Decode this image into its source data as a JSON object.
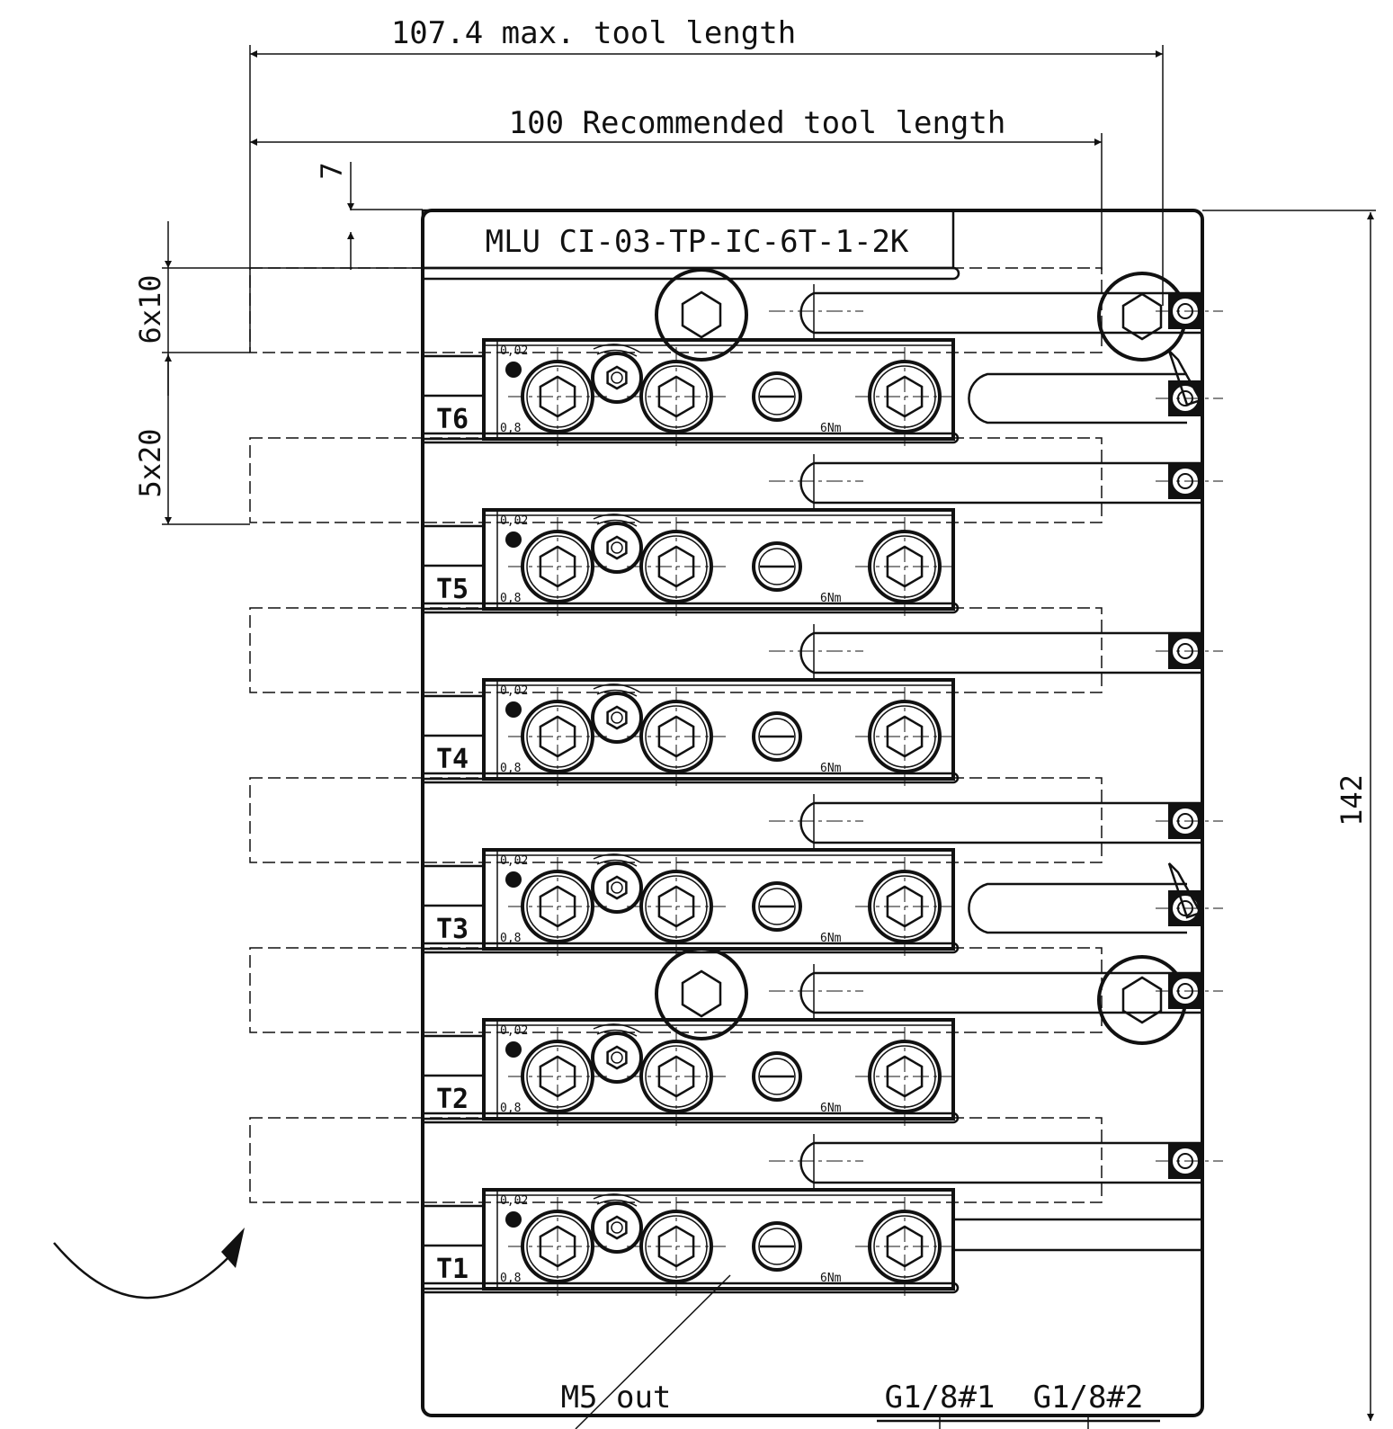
{
  "dimensions": {
    "max_tool_length": "107.4 max.  tool length",
    "recommended_tool_length": "100 Recommended tool length",
    "offset": "7",
    "pitch_top": "6x10",
    "pitch_bottom": "5x20",
    "height": "142"
  },
  "title_plate": "MLU CI-03-TP-IC-6T-1-2K",
  "tool_positions": [
    "T6",
    "T5",
    "T4",
    "T3",
    "T2",
    "T1"
  ],
  "engraving": {
    "top": "0,02",
    "bottom": "0,8",
    "torque": "6Nm"
  },
  "ports": {
    "m5": "M5 out",
    "g1": "G1/8#1",
    "g2": "G1/8#2"
  },
  "colors": {
    "line": "#111111",
    "background": "#ffffff"
  }
}
